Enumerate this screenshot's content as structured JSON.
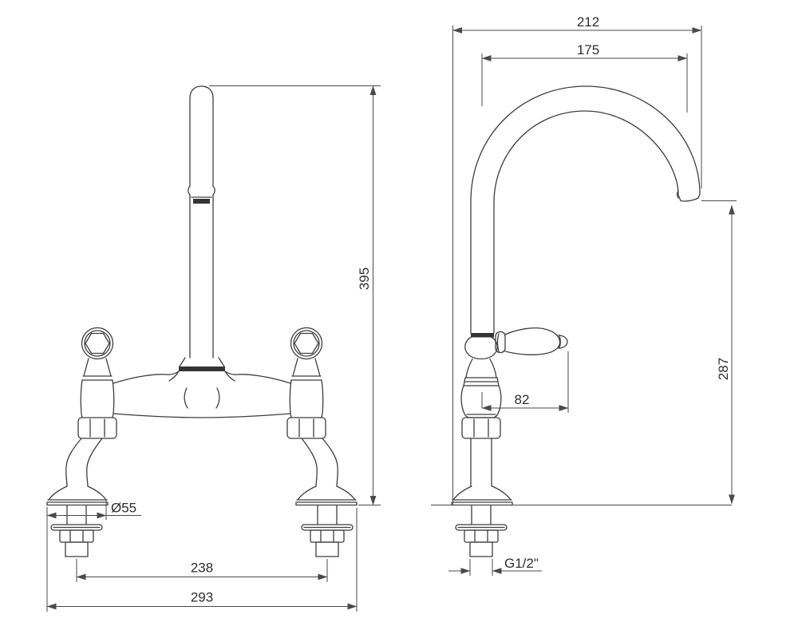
{
  "drawing": {
    "colors": {
      "line": "#3e3e3e",
      "dimension": "#4a4a4a",
      "background": "#ffffff"
    },
    "front_view": {
      "dims": {
        "height": "395",
        "base_diameter": "Ø55",
        "inlet_centres": "238",
        "overall_width": "293"
      }
    },
    "side_view": {
      "dims": {
        "overall_depth": "212",
        "spout_reach": "175",
        "spout_height": "287",
        "handle_reach": "82",
        "inlet_thread": "G1/2\""
      }
    }
  }
}
